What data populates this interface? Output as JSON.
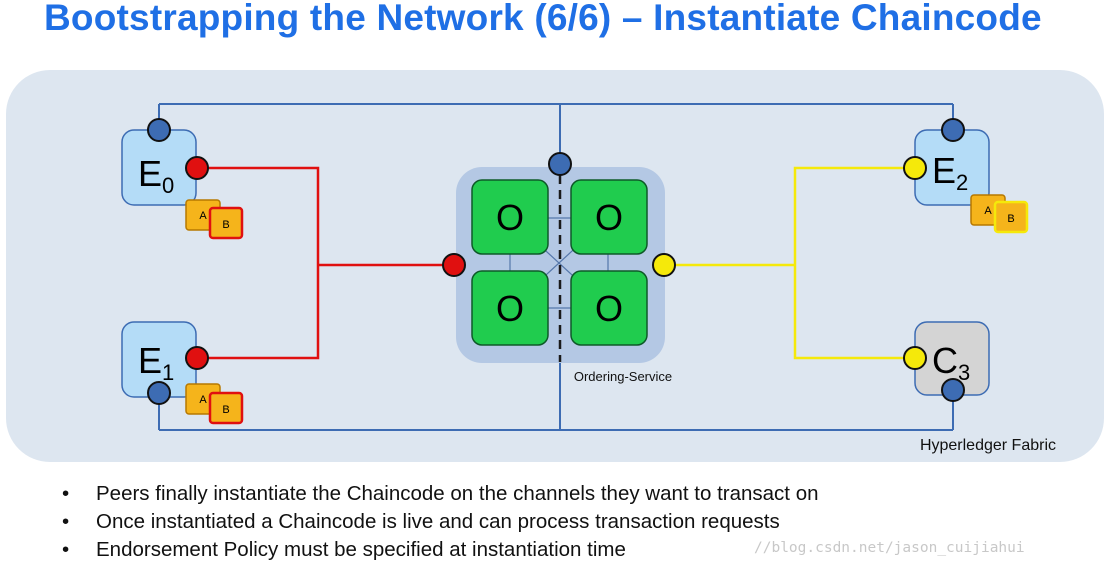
{
  "title": "Bootstrapping the Network (6/6) – Instantiate Chaincode",
  "diagram": {
    "peers": [
      {
        "letter": "E",
        "sub": "0"
      },
      {
        "letter": "E",
        "sub": "1"
      },
      {
        "letter": "E",
        "sub": "2"
      }
    ],
    "client": {
      "letter": "C",
      "sub": "3"
    },
    "orderer_label": "O",
    "ordering_service_label": "Ordering-Service",
    "chaincode_labels": [
      "A",
      "B"
    ],
    "fabric_label": "Hyperledger Fabric"
  },
  "colors": {
    "title": "#1f6fe5",
    "red_channel": "#e01010",
    "yellow_channel": "#f5e90a",
    "orderer_green": "#20cc4e",
    "peer_fill": "#b4dcf7",
    "client_fill": "#d4d4d4",
    "blue_connector": "#3d6cb3"
  },
  "bullets": [
    "Peers finally instantiate the Chaincode on the channels they want to transact on",
    "Once instantiated a Chaincode is live and can process transaction requests",
    "Endorsement Policy must be specified at instantiation time"
  ],
  "bullet_marker": "•",
  "watermark": "//blog.csdn.net/jason_cuijiahui"
}
